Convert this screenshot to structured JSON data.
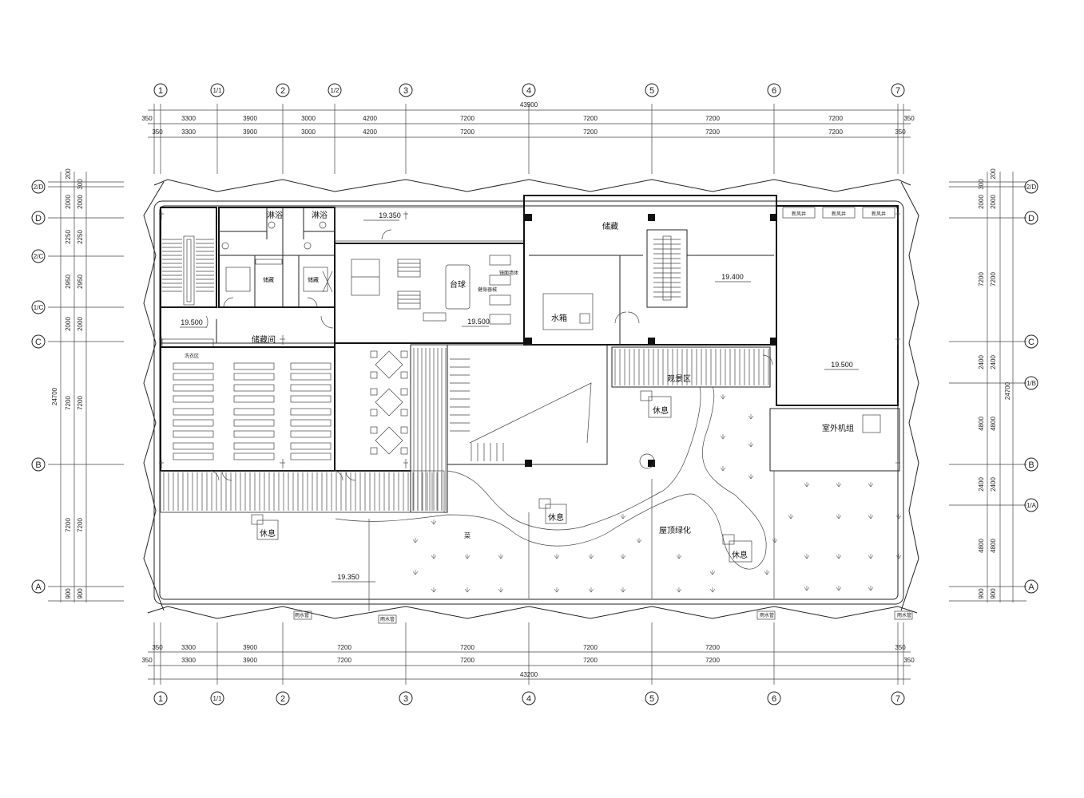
{
  "axes_top": [
    "1",
    "1/1",
    "2",
    "1/2",
    "3",
    "4",
    "5",
    "6",
    "7"
  ],
  "axes_bottom": [
    "1",
    "1/1",
    "2",
    "3",
    "4",
    "5",
    "6",
    "7"
  ],
  "axes_left": [
    "2/D",
    "D",
    "2/C",
    "1/C",
    "C",
    "B",
    "A"
  ],
  "axes_right": [
    "2/D",
    "D",
    "C",
    "1/B",
    "B",
    "1/A",
    "A"
  ],
  "dims": {
    "top_total": "43900",
    "top_row1": [
      "350",
      "3300",
      "3900",
      "3000",
      "4200",
      "7200",
      "7200",
      "7200",
      "7200",
      "350"
    ],
    "top_row2": [
      "350",
      "3300",
      "3900",
      "3000",
      "4200",
      "7200",
      "7200",
      "7200",
      "7200",
      "350"
    ],
    "bottom_row1": [
      "350",
      "3300",
      "3900",
      "7200",
      "7200",
      "7200",
      "7200",
      "350"
    ],
    "bottom_row2": [
      "350",
      "3300",
      "3900",
      "7200",
      "7200",
      "7200",
      "7200",
      "350"
    ],
    "bottom_total": "43200",
    "left_outer": [
      "200",
      "2000",
      "2250",
      "2950",
      "2000",
      "7200",
      "7200",
      "900"
    ],
    "left_inner": [
      "300",
      "2000",
      "2250",
      "2950",
      "2000",
      "7200",
      "7200",
      "900"
    ],
    "left_total": "24700",
    "right_outer": [
      "200",
      "2000",
      "7200",
      "2400",
      "4800",
      "2400",
      "4800",
      "900"
    ],
    "right_inner": [
      "300",
      "2000",
      "7200",
      "2400",
      "4800",
      "2400",
      "4800",
      "900"
    ],
    "right_total": "24700"
  },
  "rooms": {
    "shower1": "淋浴",
    "shower2": "淋浴",
    "storage_small": "储藏",
    "storage_small2": "储藏",
    "storage_room": "储藏间",
    "storage_top": "储藏",
    "water_tank": "水箱",
    "pingpong": "台球",
    "gym": "健身器械",
    "viewing": "观景区",
    "rest1": "休息",
    "rest2": "休息",
    "rest3": "休息",
    "rest4": "休息",
    "roof_green": "屋顶绿化",
    "outdoor_unit": "室外机组",
    "fresh_air1": "新风井",
    "fresh_air2": "新风井",
    "fresh_air3": "新风井",
    "wall_panel": "镜面墙体",
    "vegetables": "菜",
    "sink": "洗衣区"
  },
  "elevations": {
    "e1": "19.350",
    "e2": "19.500",
    "e3": "19.500",
    "e4": "19.400",
    "e5": "19.500",
    "e6": "19.350"
  },
  "drains": [
    "雨水管",
    "雨水管",
    "雨水管",
    "雨水管"
  ]
}
